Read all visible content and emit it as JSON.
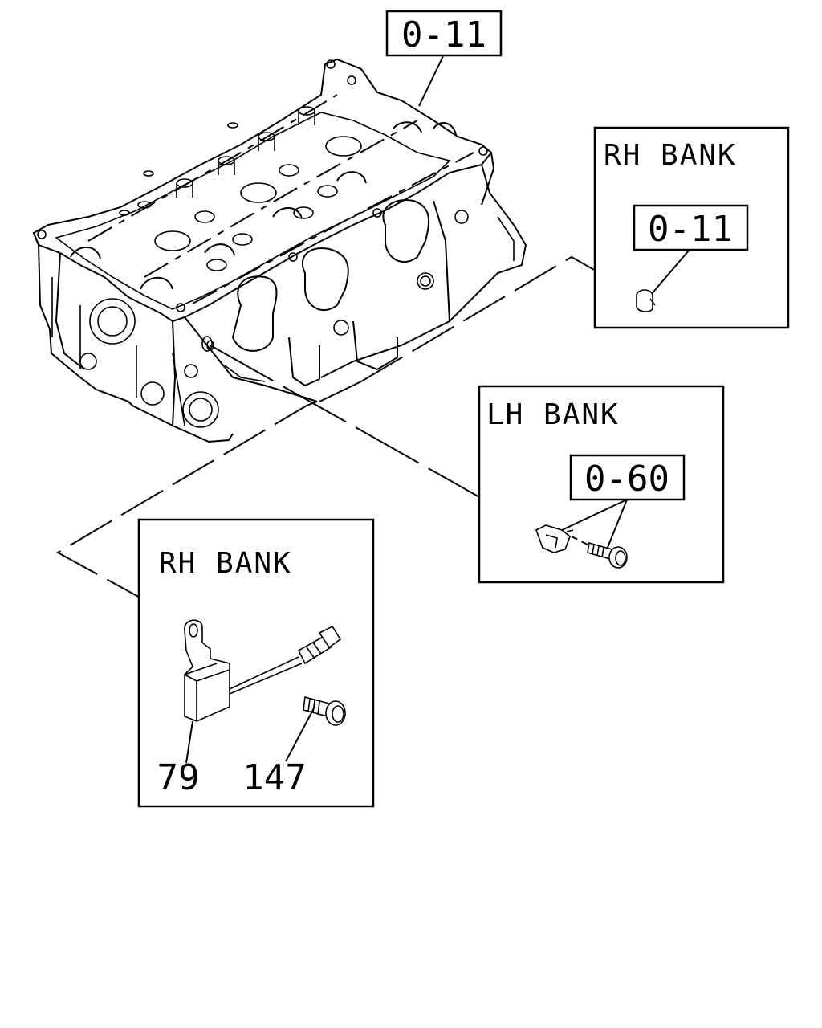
{
  "diagram": {
    "main_reference": "0-11",
    "panels": [
      {
        "id": "rh-bank-plug",
        "title": "RH BANK",
        "reference": "0-11"
      },
      {
        "id": "lh-bank-sensor",
        "title": "LH BANK",
        "reference": "0-60"
      },
      {
        "id": "rh-bank-sensor",
        "title": "RH BANK",
        "parts": [
          "79",
          "147"
        ]
      }
    ]
  }
}
